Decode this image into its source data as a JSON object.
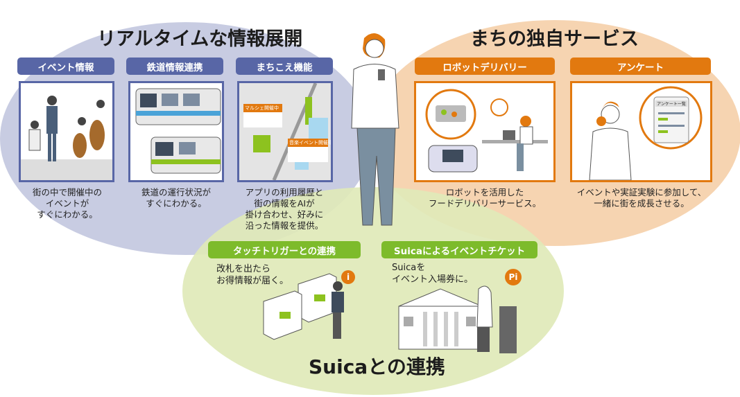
{
  "realtime": {
    "title": "リアルタイムな情報展開",
    "accent": "#5866a6",
    "items": [
      {
        "label": "イベント情報",
        "caption": "街の中で開催中の\nイベントが\nすぐにわかる。"
      },
      {
        "label": "鉄道情報連携",
        "caption": "鉄道の運行状況が\nすぐにわかる。"
      },
      {
        "label": "まちこえ機能",
        "caption": "アプリの利用履歴と\n街の情報をAIが\n掛け合わせ、好みに\n沿った情報を提供。",
        "map_tags": [
          "マルシェ開催中",
          "音楽イベント開催中"
        ]
      }
    ]
  },
  "services": {
    "title": "まちの独自サービス",
    "accent": "#e2790f",
    "items": [
      {
        "label": "ロボットデリバリー",
        "caption": "ロボットを活用した\nフードデリバリーサービス。"
      },
      {
        "label": "アンケート",
        "caption": "イベントや実証実験に参加して、\n一緒に街を成長させる。",
        "screen_title": "アンケート一覧"
      }
    ]
  },
  "suica": {
    "title": "Suicaとの連携",
    "accent": "#7dbb2b",
    "items": [
      {
        "label": "タッチトリガーとの連携",
        "text": "改札を出たら\nお得情報が届く。",
        "badge": "i"
      },
      {
        "label": "Suicaによるイベントチケット",
        "text": "Suicaを\nイベント入場券に。",
        "badge": "Pi"
      }
    ]
  }
}
